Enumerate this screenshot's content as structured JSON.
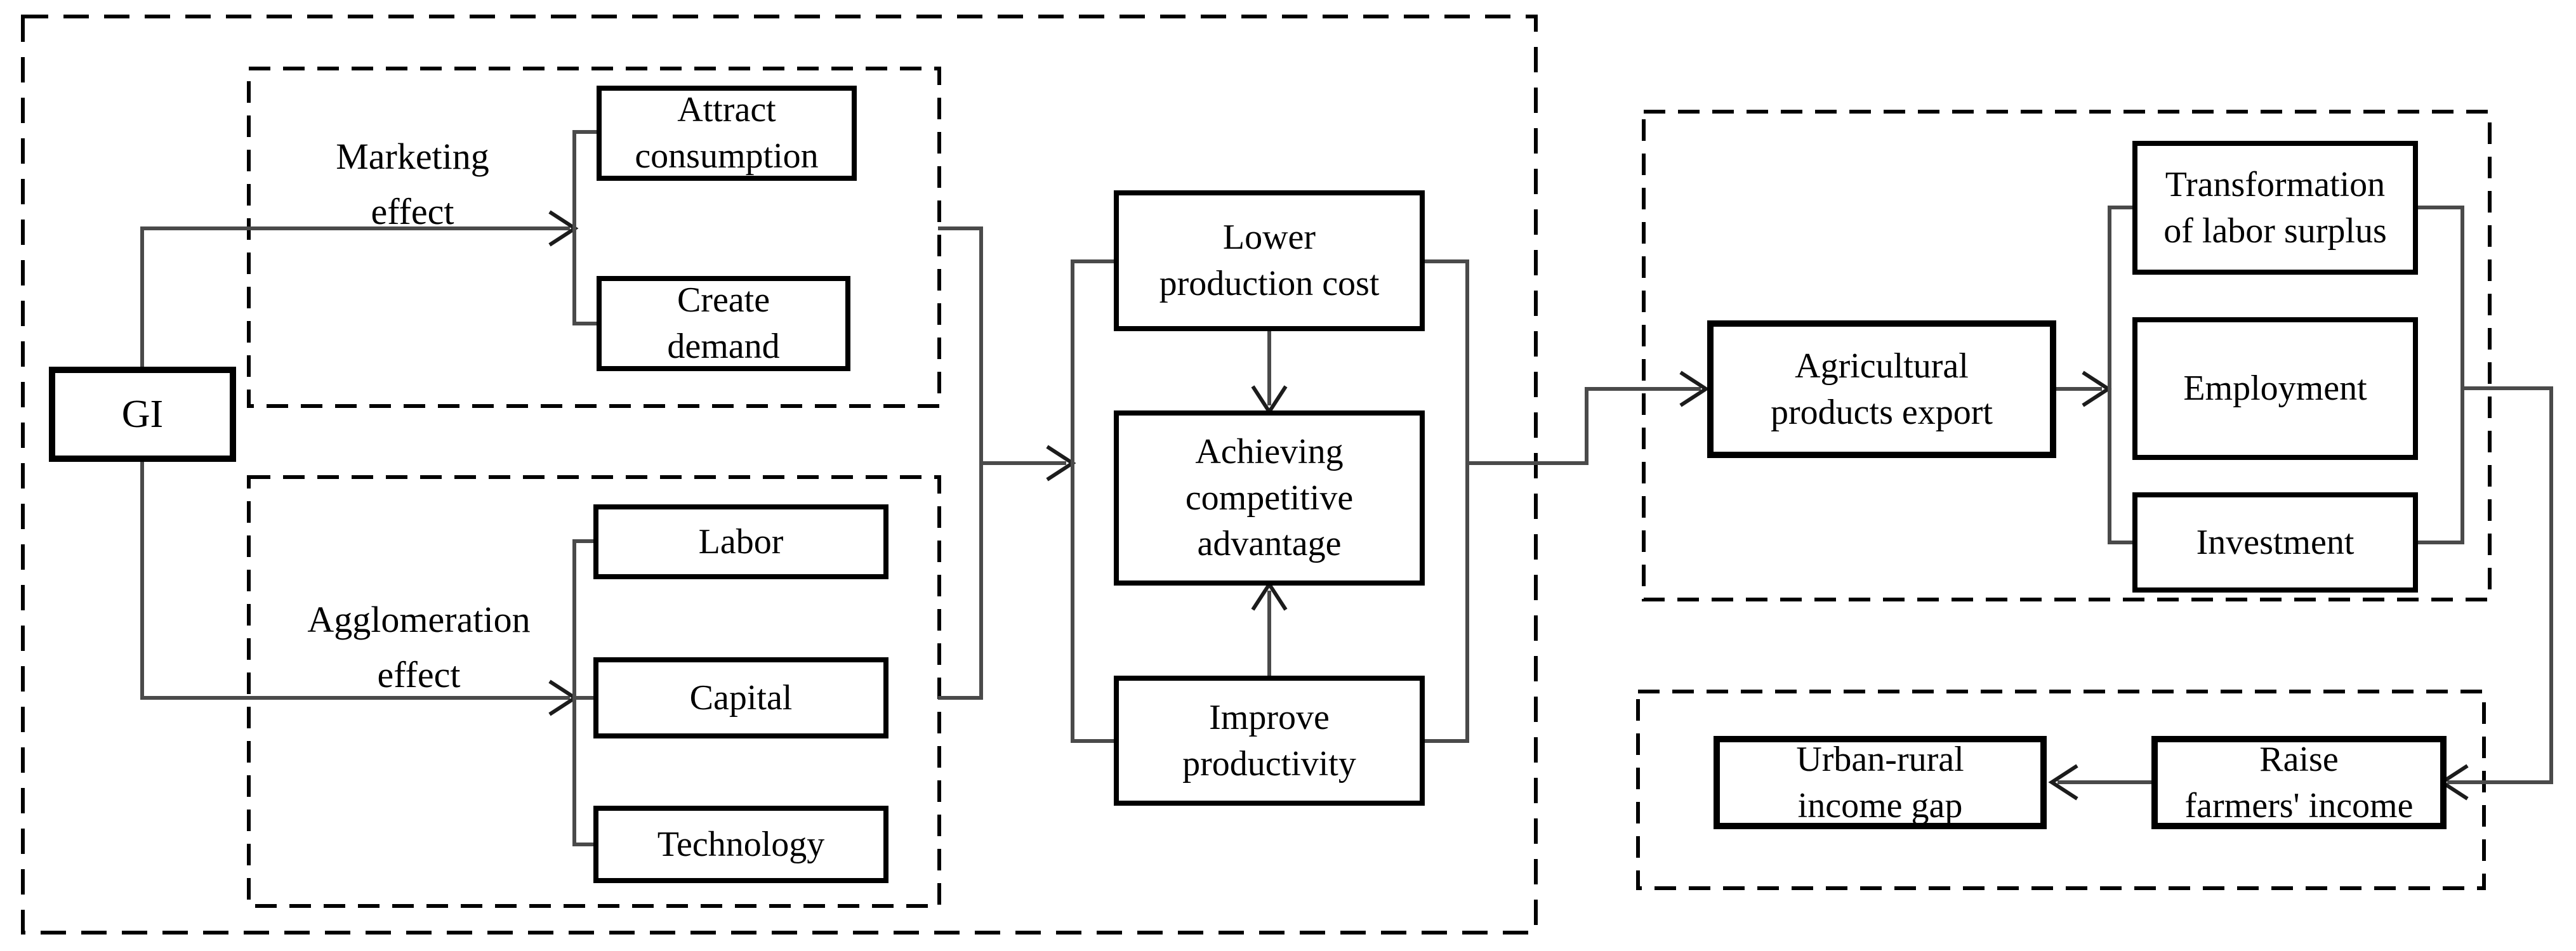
{
  "colors": {
    "background": "#ffffff",
    "box_border": "#000000",
    "dashed_border": "#000000",
    "connector_line": "#4a4a4a",
    "arrowhead": "#1c1c1c",
    "text": "#000000"
  },
  "nodes": {
    "gi": "GI",
    "attract": "Attract\nconsumption",
    "create": "Create\ndemand",
    "labor": "Labor",
    "capital": "Capital",
    "technology": "Technology",
    "lower": "Lower\nproduction cost",
    "achieving": "Achieving\ncompetitive\nadvantage",
    "improve": "Improve\nproductivity",
    "agricultural": "Agricultural\nproducts export",
    "transformation": "Transformation\nof labor surplus",
    "employment": "Employment",
    "investment": "Investment",
    "urban": "Urban-rural\nincome gap",
    "raise": "Raise\nfarmers' income"
  },
  "labels": {
    "marketing": "Marketing\neffect",
    "agglomeration": "Agglomeration\neffect"
  }
}
